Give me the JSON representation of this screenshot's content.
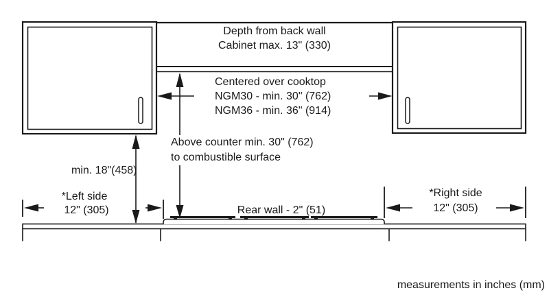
{
  "diagram": {
    "title_implied": "cooktop installation clearances",
    "colors": {
      "line": "#1a1a1a",
      "background": "#ffffff"
    },
    "top_band": {
      "line1": "Depth from back wall",
      "line2": "Cabinet max. 13\" (330)"
    },
    "centered": {
      "line1": "Centered over cooktop",
      "line2": "NGM30 - min. 30\" (762)",
      "line3": "NGM36 - min. 36\" (914)"
    },
    "above_counter": {
      "line1": "Above counter min. 30\" (762)",
      "line2": "to combustible surface"
    },
    "min_height_label": "min. 18\"(458)",
    "left_side": {
      "line1": "*Left side",
      "line2": "12\" (305)"
    },
    "rear_wall_label": "Rear wall - 2\" (51)",
    "right_side": {
      "line1": "*Right side",
      "line2": "12\" (305)"
    },
    "footnote": "measurements in inches (mm)"
  }
}
